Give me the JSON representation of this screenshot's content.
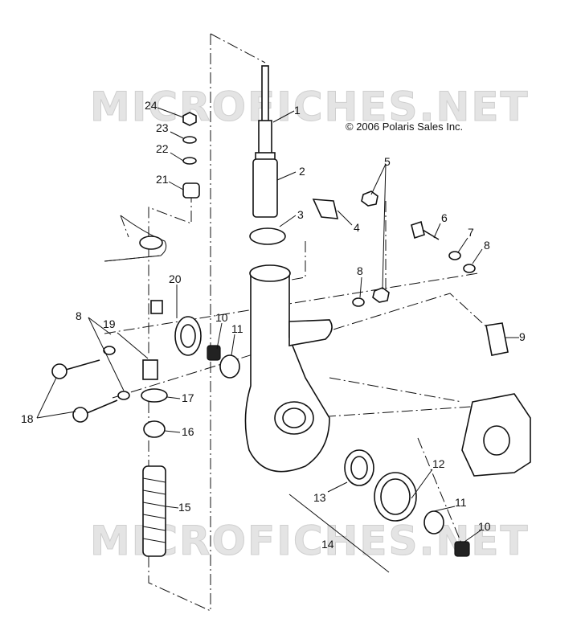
{
  "watermark_text": "MICROFICHES.NET",
  "copyright": "© 2006 Polaris Sales Inc.",
  "callouts": [
    "1",
    "2",
    "3",
    "4",
    "5",
    "6",
    "7",
    "8",
    "9",
    "10",
    "11",
    "12",
    "13",
    "14",
    "15",
    "16",
    "17",
    "18",
    "19",
    "20",
    "21",
    "22",
    "23",
    "24",
    "8",
    "8",
    "10",
    "11"
  ]
}
